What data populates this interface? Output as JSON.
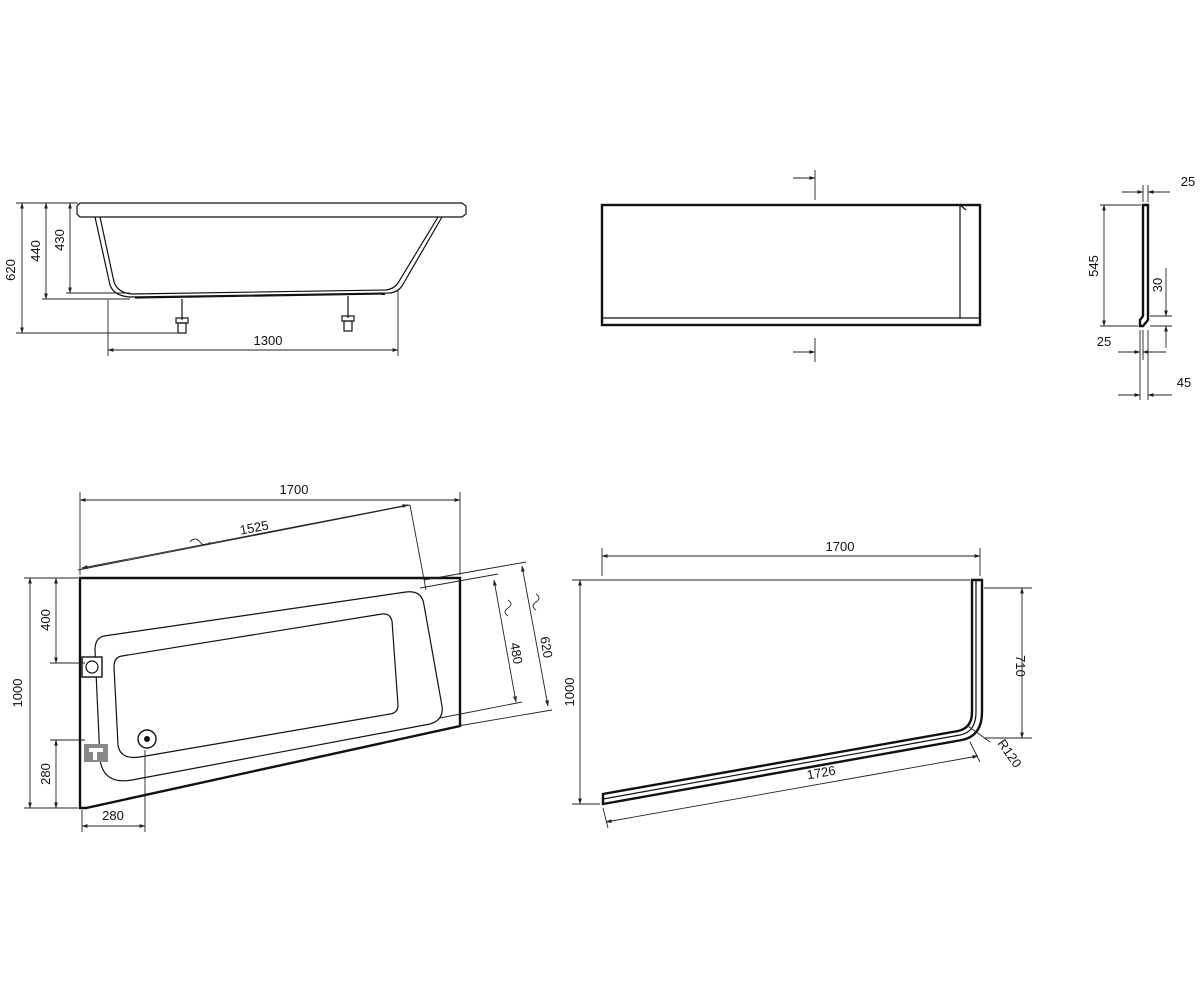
{
  "side_view": {
    "dim_620": "620",
    "dim_440": "440",
    "dim_430": "430",
    "dim_1300": "1300"
  },
  "panel_front": {},
  "panel_profile": {
    "dim_25_top": "25",
    "dim_545": "545",
    "dim_30": "30",
    "dim_25_bottom": "25",
    "dim_45": "45"
  },
  "plan_view": {
    "dim_1700": "1700",
    "dim_1525": "1525",
    "dim_400": "400",
    "dim_1000": "1000",
    "dim_280_v": "280",
    "dim_280_h": "280",
    "dim_480": "480",
    "dim_620": "620"
  },
  "panel_plan": {
    "dim_1700": "1700",
    "dim_1000": "1000",
    "dim_710": "710",
    "dim_1726": "1726",
    "dim_r120": "R120"
  }
}
